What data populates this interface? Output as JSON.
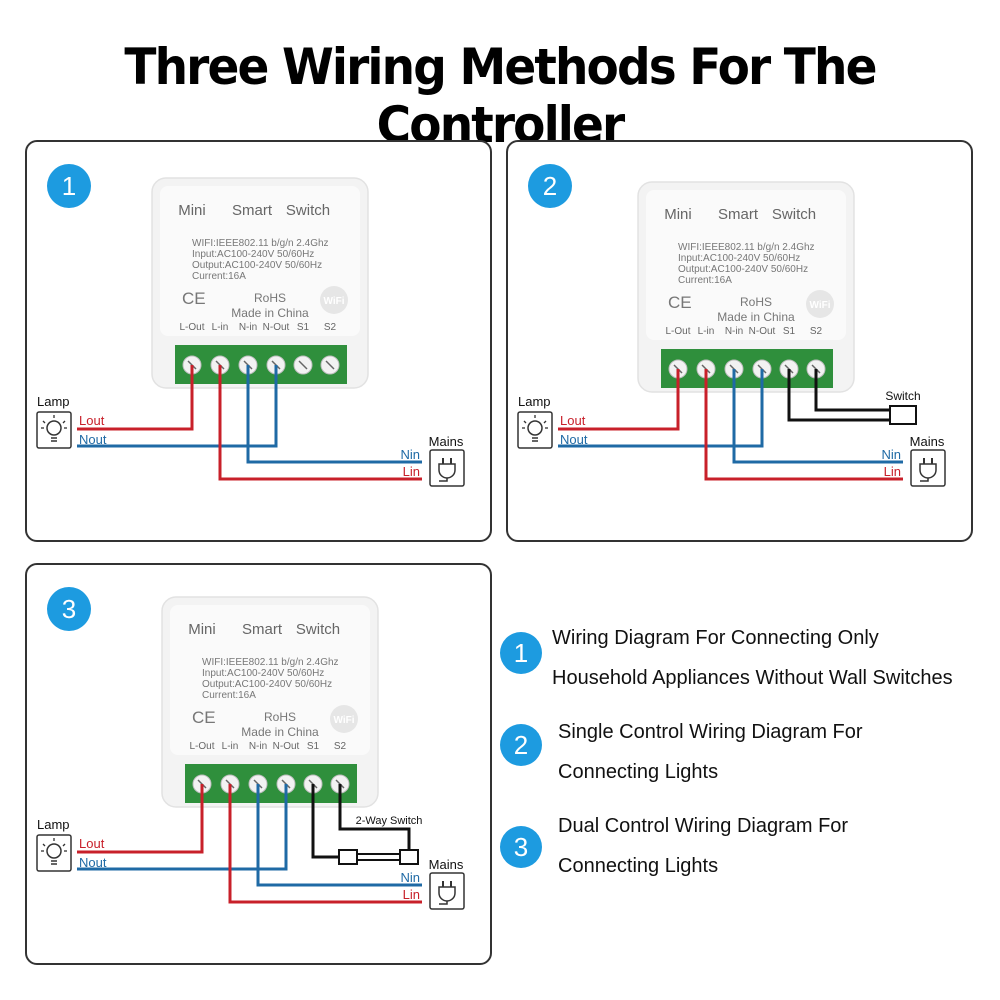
{
  "title": "Three Wiring Methods For The Controller",
  "device": {
    "top_label_1": "Mini",
    "top_label_2": "Smart",
    "top_label_3": "Switch",
    "spec_1": "WIFI:IEEE802.11 b/g/n 2.4Ghz",
    "spec_2": "Input:AC100-240V 50/60Hz",
    "spec_3": "Output:AC100-240V 50/60Hz",
    "spec_4": "Current:16A",
    "ce": "CE",
    "rohs": "RoHS",
    "made_in": "Made in China",
    "wifi_badge": "WiFi",
    "terminals": [
      "L-Out",
      "L-in",
      "N-in",
      "N-Out",
      "S1",
      "S2"
    ]
  },
  "panels": [
    {
      "number": "1",
      "lamp": "Lamp",
      "lout": "Lout",
      "nout": "Nout",
      "nin": "Nin",
      "lin": "Lin",
      "mains": "Mains"
    },
    {
      "number": "2",
      "lamp": "Lamp",
      "lout": "Lout",
      "nout": "Nout",
      "nin": "Nin",
      "lin": "Lin",
      "mains": "Mains",
      "switch": "Switch"
    },
    {
      "number": "3",
      "lamp": "Lamp",
      "lout": "Lout",
      "nout": "Nout",
      "nin": "Nin",
      "lin": "Lin",
      "mains": "Mains",
      "switch": "2-Way Switch"
    }
  ],
  "legend": [
    {
      "number": "1",
      "line1": "Wiring Diagram For Connecting Only",
      "line2": "Household Appliances Without Wall Switches"
    },
    {
      "number": "2",
      "line1": "Single Control Wiring Diagram For",
      "line2": "Connecting Lights"
    },
    {
      "number": "3",
      "line1": "Dual Control Wiring Diagram For",
      "line2": "Connecting Lights"
    }
  ],
  "colors": {
    "accent": "#1d9be0",
    "live_wire": "#c8202a",
    "neutral_wire": "#1f6aa5",
    "terminal_block": "#2f8f3c"
  }
}
